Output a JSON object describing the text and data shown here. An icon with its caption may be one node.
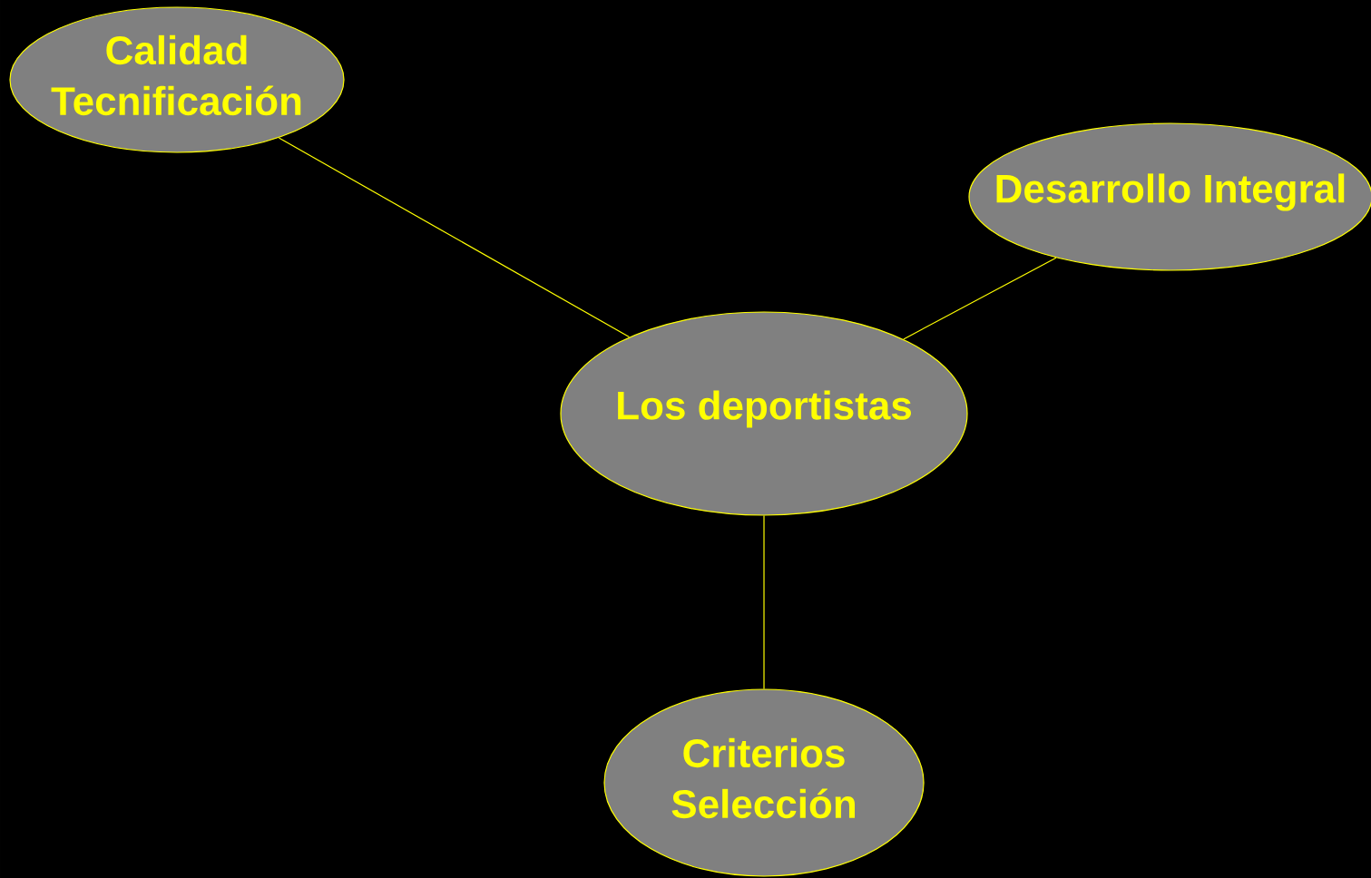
{
  "diagram": {
    "nodes": [
      {
        "text": [
          "Calidad Tecnificación"
        ]
      },
      {
        "text": [
          "Desarrollo Integral"
        ]
      },
      {
        "text": [
          "Los deportistas"
        ]
      },
      {
        "text": [
          "Criterios Selección"
        ]
      }
    ],
    "edges": [
      {
        "from": 2,
        "to": 0,
        "arrow": "none"
      },
      {
        "from": 2,
        "to": 1,
        "arrow": "none"
      },
      {
        "from": 2,
        "to": 3,
        "arrow": "none"
      }
    ]
  }
}
